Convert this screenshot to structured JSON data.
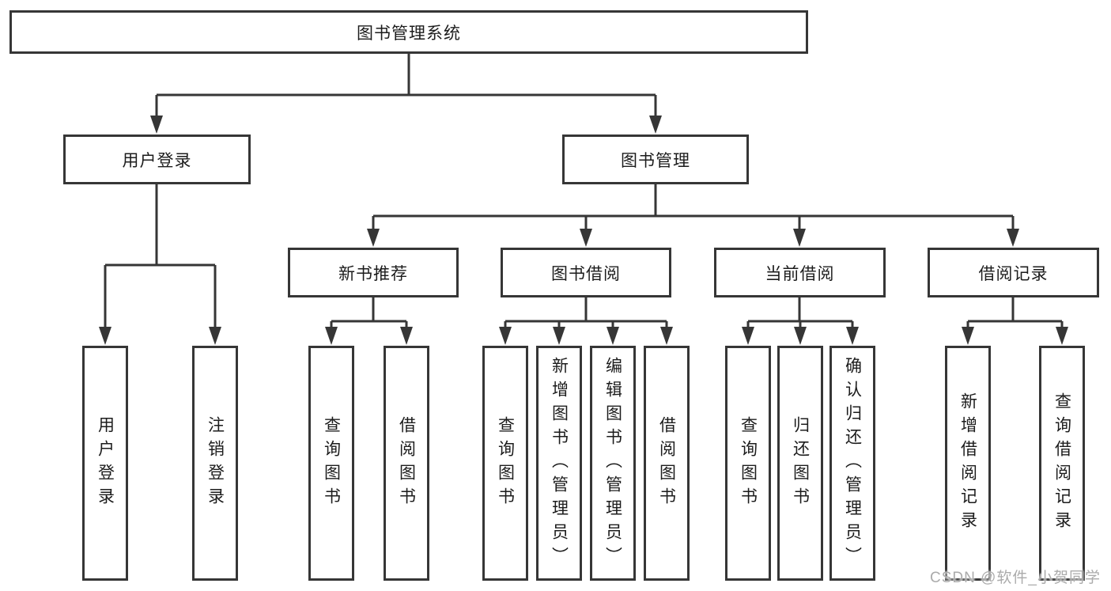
{
  "tree": {
    "root": {
      "label": "图书管理系统"
    },
    "level2": [
      {
        "label": "用户登录"
      },
      {
        "label": "图书管理"
      }
    ],
    "level3": [
      {
        "label": "新书推荐"
      },
      {
        "label": "图书借阅"
      },
      {
        "label": "当前借阅"
      },
      {
        "label": "借阅记录"
      }
    ],
    "leaves": {
      "user_login": [
        "用户登录",
        "注销登录"
      ],
      "new_book_rec": [
        "查询图书",
        "借阅图书"
      ],
      "book_borrow": [
        "查询图书",
        "新增图书（管理员）",
        "编辑图书（管理员）",
        "借阅图书"
      ],
      "current_borrow": [
        "查询图书",
        "归还图书",
        "确认归还（管理员）"
      ],
      "borrow_records": [
        "新增借阅记录",
        "查询借阅记录"
      ]
    }
  },
  "watermark": "CSDN @软件_小贺同学",
  "colors": {
    "line": "#363636",
    "border": "#363636",
    "text": "#1c1c1c",
    "background": "#ffffff",
    "watermark": "#ababab"
  }
}
